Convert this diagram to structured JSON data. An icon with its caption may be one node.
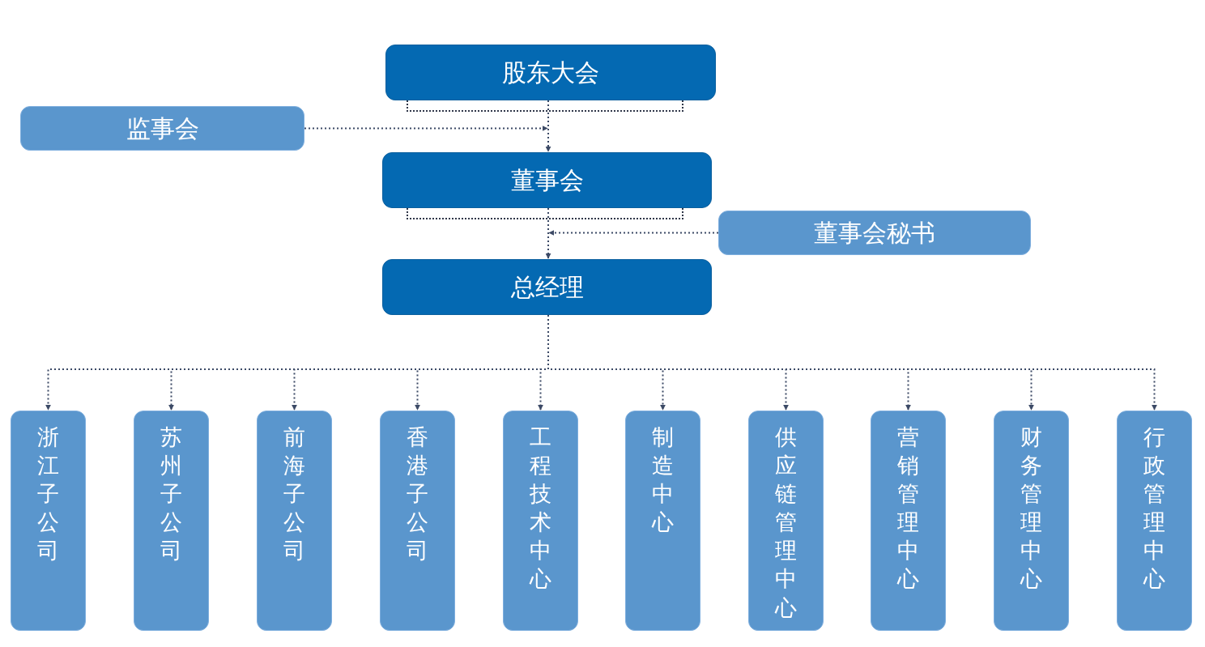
{
  "diagram": {
    "nodes": [
      {
        "text": [
          "股东大会"
        ]
      },
      {
        "text": [
          "监事会"
        ]
      },
      {
        "text": [
          "董事会"
        ]
      },
      {
        "text": [
          "董事会秘书"
        ]
      },
      {
        "text": [
          "总经理"
        ]
      },
      {
        "text": [
          "浙江子公司"
        ]
      },
      {
        "text": [
          "苏州子公司"
        ]
      },
      {
        "text": [
          "前海子公司"
        ]
      },
      {
        "text": [
          "香港子公司"
        ]
      },
      {
        "text": [
          "工程技术中心"
        ]
      },
      {
        "text": [
          "制造中心"
        ]
      },
      {
        "text": [
          "供应链管理中心"
        ]
      },
      {
        "text": [
          "营销管理中心"
        ]
      },
      {
        "text": [
          "财务管理中心"
        ]
      },
      {
        "text": [
          "行政管理中心"
        ]
      }
    ],
    "edges": [
      {
        "from": 0,
        "to": 2,
        "arrow": "to"
      },
      {
        "from": 1,
        "to": 2,
        "arrow": "to"
      },
      {
        "from": 2,
        "to": 4,
        "arrow": "to"
      },
      {
        "from": 3,
        "to": 2,
        "arrow": "to"
      },
      {
        "from": 4,
        "to": 5,
        "arrow": "to"
      },
      {
        "from": 4,
        "to": 6,
        "arrow": "to"
      },
      {
        "from": 4,
        "to": 7,
        "arrow": "to"
      },
      {
        "from": 4,
        "to": 8,
        "arrow": "to"
      },
      {
        "from": 4,
        "to": 9,
        "arrow": "to"
      },
      {
        "from": 4,
        "to": 10,
        "arrow": "to"
      },
      {
        "from": 4,
        "to": 11,
        "arrow": "to"
      },
      {
        "from": 4,
        "to": 12,
        "arrow": "to"
      },
      {
        "from": 4,
        "to": 13,
        "arrow": "to"
      },
      {
        "from": 4,
        "to": 14,
        "arrow": "to"
      }
    ]
  }
}
